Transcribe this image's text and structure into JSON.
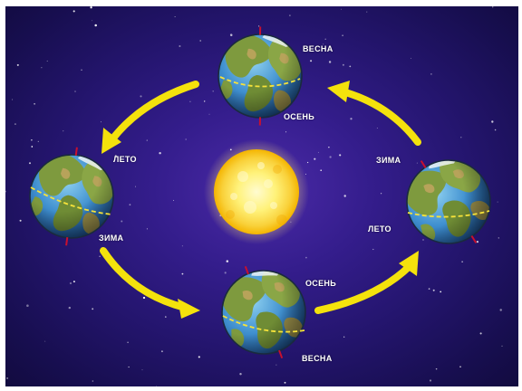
{
  "labels": {
    "top_summer_side": "ВЕСНА",
    "top_winter_side": "ОСЕНЬ",
    "left_summer_side": "ЛЕТО",
    "left_winter_side": "ЗИМА",
    "bottom_summer_side": "ОСЕНЬ",
    "bottom_winter_side": "ВЕСНА",
    "right_summer_side": "ЗИМА",
    "right_winter_side": "ЛЕТО"
  },
  "colors": {
    "space_center": "#4b2aa8",
    "space_edge": "#120b3f",
    "arrow": "#f4e20c",
    "sun_core": "#fff27a",
    "sun_edge": "#f4b400",
    "ocean": "#2f7fc4",
    "land": "#7e9a3e",
    "axis": "#c8102e",
    "equator": "#f6e23a"
  },
  "icons": [
    "sun-icon",
    "earth-globe-icon",
    "orbit-arrow-icon"
  ]
}
